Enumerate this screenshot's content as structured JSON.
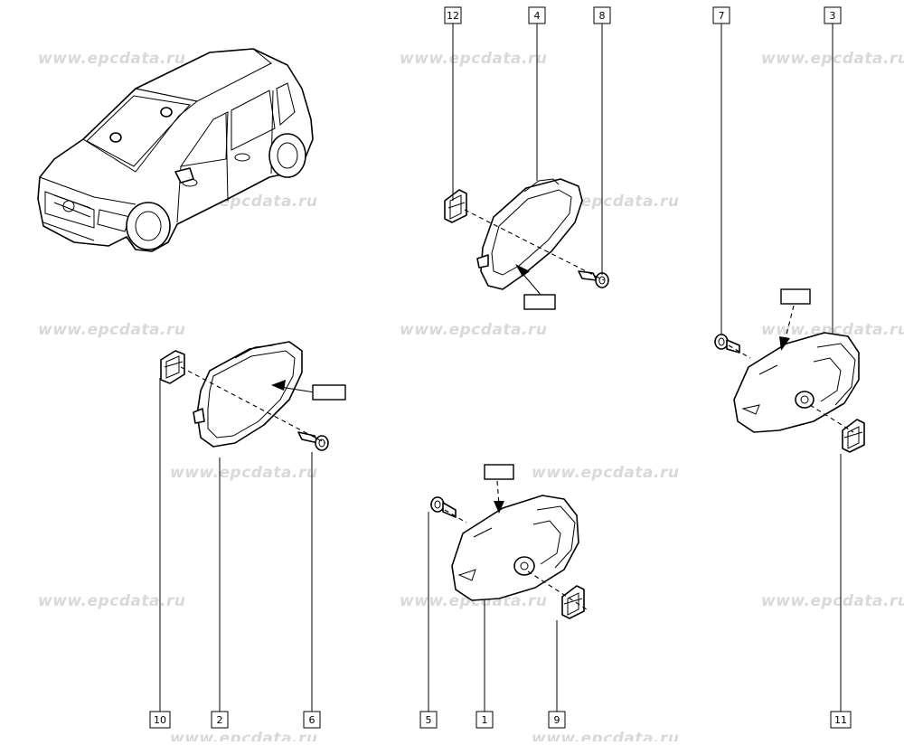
{
  "watermark": {
    "text": "www.epcdata.ru",
    "color": "#d9d9d9"
  },
  "callouts": {
    "c12": "12",
    "c4": "4",
    "c8": "8",
    "c7": "7",
    "c3": "3",
    "c10": "10",
    "c2": "2",
    "c6": "6",
    "c5": "5",
    "c1": "1",
    "c9": "9",
    "c11": "11"
  },
  "icons": {
    "car": "hatchback-car-icon",
    "handle": "door-handle-icon",
    "screw": "screw-icon",
    "clip": "clip-icon",
    "label": "label-tag-icon"
  }
}
